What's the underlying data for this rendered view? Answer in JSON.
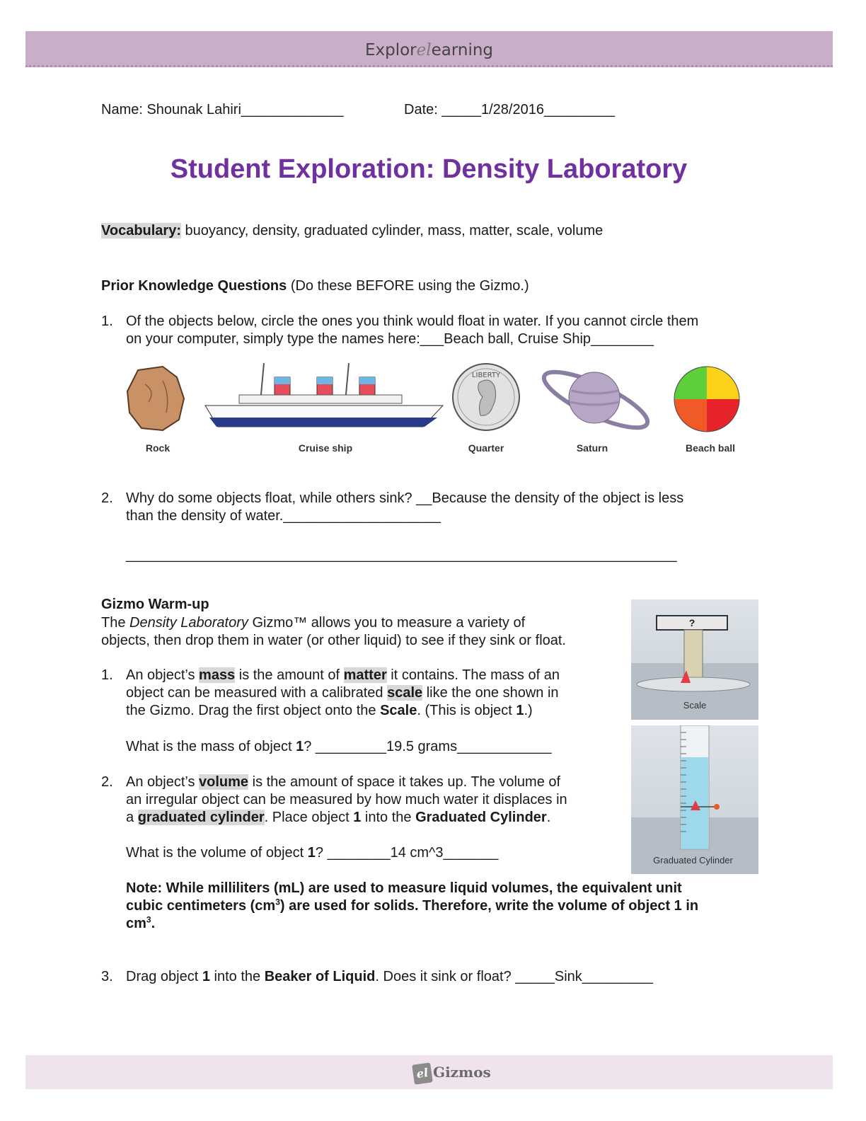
{
  "header": {
    "brand_prefix": "Explor",
    "brand_el": "el",
    "brand_suffix": "earning"
  },
  "student": {
    "name_line": "Name: Shounak Lahiri_____________",
    "date_line": "Date: _____1/28/2016_________"
  },
  "title": "Student Exploration: Density Laboratory",
  "vocabulary": {
    "label": "Vocabulary:",
    "terms": " buoyancy, density, graduated cylinder, mass, matter, scale, volume"
  },
  "prior": {
    "heading": "Prior Knowledge Questions",
    "note": " (Do these BEFORE using the Gizmo.)",
    "q1_num": "1.",
    "q1_line1": "Of the objects below, circle the ones you think would float in water. If you cannot circle them",
    "q1_line2": "on your computer, simply type the names here:___Beach ball, Cruise Ship________",
    "objects": [
      "Rock",
      "Cruise ship",
      "Quarter",
      "Saturn",
      "Beach ball"
    ],
    "quarter_text": "LIBERTY",
    "q2_num": "2.",
    "q2_line1": "Why do some objects float, while others sink?  __Because the density of the object is less",
    "q2_line2": "than the density of water.____________________",
    "q2_line3": "______________________________________________________________________"
  },
  "warmup": {
    "heading": "Gizmo Warm-up",
    "intro1_a": "The ",
    "intro1_b": "Density Laboratory",
    "intro1_c": " Gizmo™ allows you to measure a variety of",
    "intro2": "objects, then drop them in water (or other liquid) to see if they sink or float.",
    "s1_num": "1.",
    "s1_l1_a": "An object’s ",
    "s1_l1_b": "mass",
    "s1_l1_c": " is the amount of ",
    "s1_l1_d": "matter",
    "s1_l1_e": " it contains. The mass of an",
    "s1_l2_a": "object can be measured with a calibrated ",
    "s1_l2_b": "scale",
    "s1_l2_c": " like the one shown in",
    "s1_l3_a": "the Gizmo. Drag the first object onto the ",
    "s1_l3_b": "Scale",
    "s1_l3_c": ". (This is object ",
    "s1_l3_d": "1",
    "s1_l3_e": ".)",
    "s1_q_a": "What is the mass of object ",
    "s1_q_b": "1",
    "s1_q_c": "? _________19.5 grams____________",
    "s2_num": "2.",
    "s2_l1_a": "An object’s ",
    "s2_l1_b": "volume",
    "s2_l1_c": " is the amount of space it takes up. The volume of",
    "s2_l2": "an irregular object can be measured by how much water it displaces in",
    "s2_l3_a": "a ",
    "s2_l3_b": "graduated cylinder",
    "s2_l3_c": ". Place object ",
    "s2_l3_d": "1",
    "s2_l3_e": " into the ",
    "s2_l3_f": "Graduated Cylinder",
    "s2_l3_g": ".",
    "s2_q_a": "What is the volume of object ",
    "s2_q_b": "1",
    "s2_q_c": "? ________14 cm^3_______",
    "note_l1": "Note: While milliliters (mL) are used to measure liquid volumes, the equivalent unit",
    "note_l2_a": "cubic centimeters (cm",
    "note_l2_sup": "3",
    "note_l2_b": ") are used for solids. Therefore, write the volume of object 1 in",
    "note_l3_a": "cm",
    "note_l3_sup": "3",
    "note_l3_b": ".",
    "s3_num": "3.",
    "s3_a": "Drag object ",
    "s3_b": "1",
    "s3_c": " into the ",
    "s3_d": "Beaker of Liquid",
    "s3_e": ". Does it sink or float? _____Sink_________",
    "scale_readout": "?",
    "scale_caption": "Scale",
    "cylinder_caption": "Graduated Cylinder"
  },
  "footer": {
    "badge": "el",
    "text": "Gizmos"
  }
}
